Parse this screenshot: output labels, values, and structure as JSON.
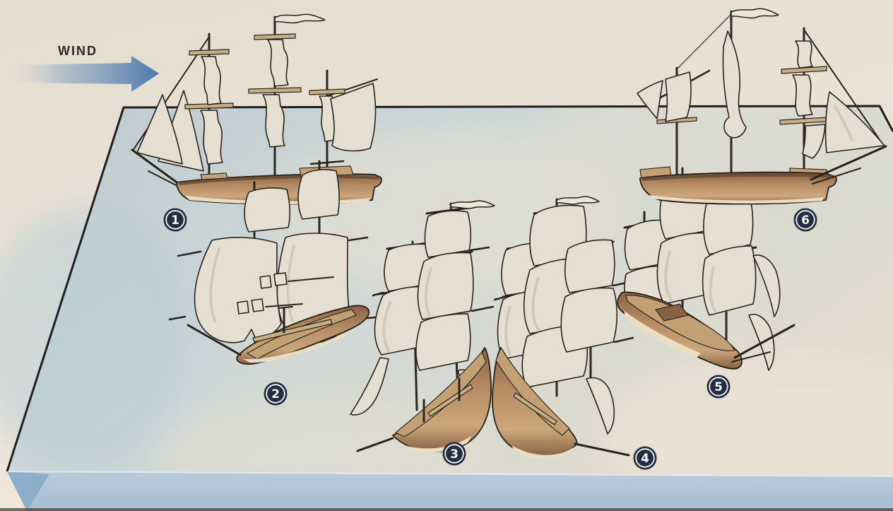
{
  "legend": {
    "wind_label": "WIND"
  },
  "ships": [
    {
      "number": "1",
      "pose": "broadside view, bow to the left, head to wind, sails luffing"
    },
    {
      "number": "2",
      "pose": "stern-quarter view, square sails full, bearing away to lower left"
    },
    {
      "number": "3",
      "pose": "stern view, sails full, heading lower left"
    },
    {
      "number": "4",
      "pose": "stern view, sails full, heading lower right"
    },
    {
      "number": "5",
      "pose": "bow-quarter view, sails full, heading lower right toward viewer"
    },
    {
      "number": "6",
      "pose": "broadside view, bow to the right, sails clewed up and loose"
    }
  ],
  "colors": {
    "background": "#f1e9dc",
    "water_top": "#ccd8dc",
    "water_front": "#b3c9dc",
    "water_edge": "#9dbcd8",
    "outline": "#1f1e1b",
    "badge_bg": "#222c44",
    "badge_ring": "#ffffff",
    "badge_text": "#ffffff",
    "arrow_blue": "#4c7ab1",
    "hull_brown": "#a87f5c",
    "sail": "#ebe5d7"
  }
}
